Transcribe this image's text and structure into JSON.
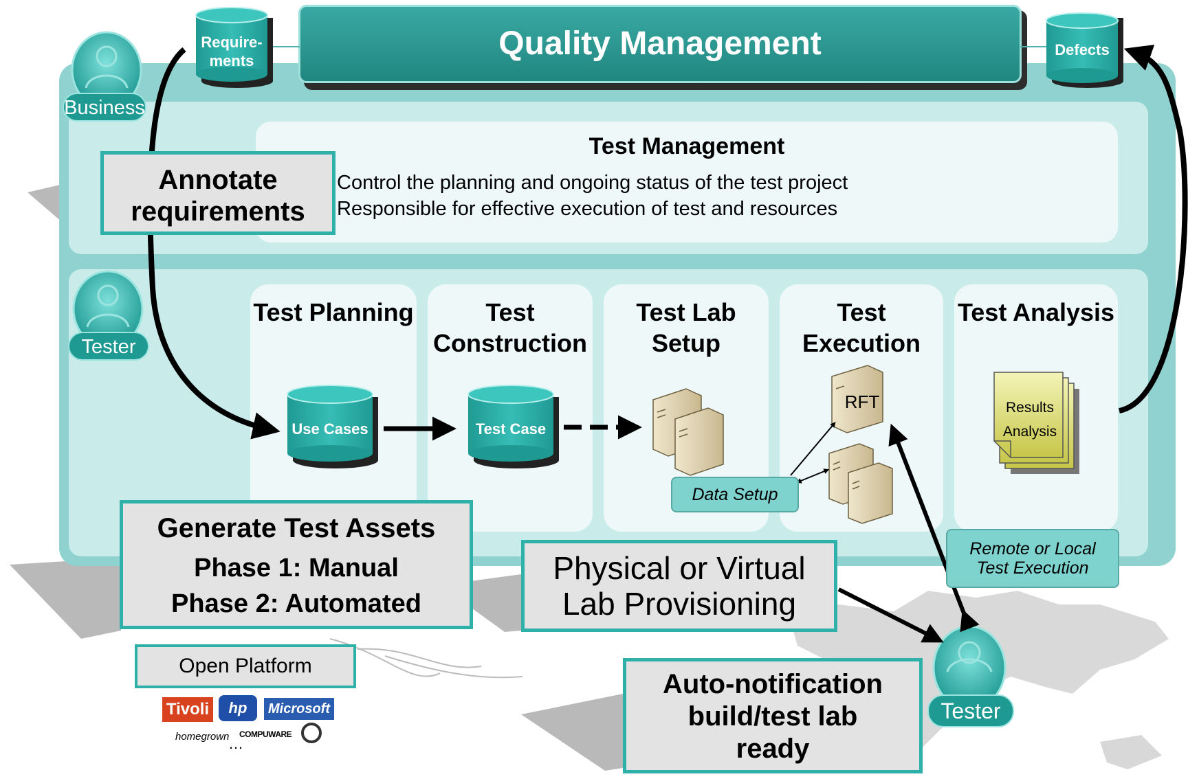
{
  "banner": {
    "title": "Quality Management"
  },
  "requirements_db": {
    "label": "Require- ments"
  },
  "defects_db": {
    "label": "Defects"
  },
  "roles": {
    "business": "Business",
    "tester_top": "Tester",
    "tester_bottom": "Tester"
  },
  "test_management": {
    "title": "Test Management",
    "bullets": [
      "Control the planning and ongoing status of the test project",
      "Responsible for effective execution of test and resources"
    ]
  },
  "stages": [
    {
      "label": "Test Planning"
    },
    {
      "label": "Test Construction"
    },
    {
      "label": "Test Lab Setup"
    },
    {
      "label": "Test Execution"
    },
    {
      "label": "Test Analysis"
    }
  ],
  "artifacts": {
    "use_cases": "Use Cases",
    "test_case": "Test Case",
    "rft": "RFT",
    "data_setup": "Data Setup",
    "results_line1": "Results",
    "results_line2": "Analysis"
  },
  "callouts": {
    "annotate_line1": "Annotate",
    "annotate_line2": "requirements",
    "generate_title": "Generate Test Assets",
    "generate_phase1": "Phase 1: Manual",
    "generate_phase2": "Phase 2: Automated",
    "provisioning_line1": "Physical or Virtual",
    "provisioning_line2": "Lab Provisioning",
    "remote_line1": "Remote or Local",
    "remote_line2": "Test Execution",
    "auto_line1": "Auto-notification",
    "auto_line2": "build/test lab",
    "auto_line3": "ready"
  },
  "open_platform": {
    "label": "Open Platform",
    "logos": [
      "Tivoli",
      "hp",
      "Microsoft"
    ],
    "homegrown": "homegrown",
    "compuware": "COMPUWARE",
    "ellipsis": "…"
  },
  "colors": {
    "teal_dark": "#218680",
    "teal_panel": "#8fd2cf",
    "teal_light": "#c9ecea",
    "callout_border": "#2fb0a8"
  }
}
